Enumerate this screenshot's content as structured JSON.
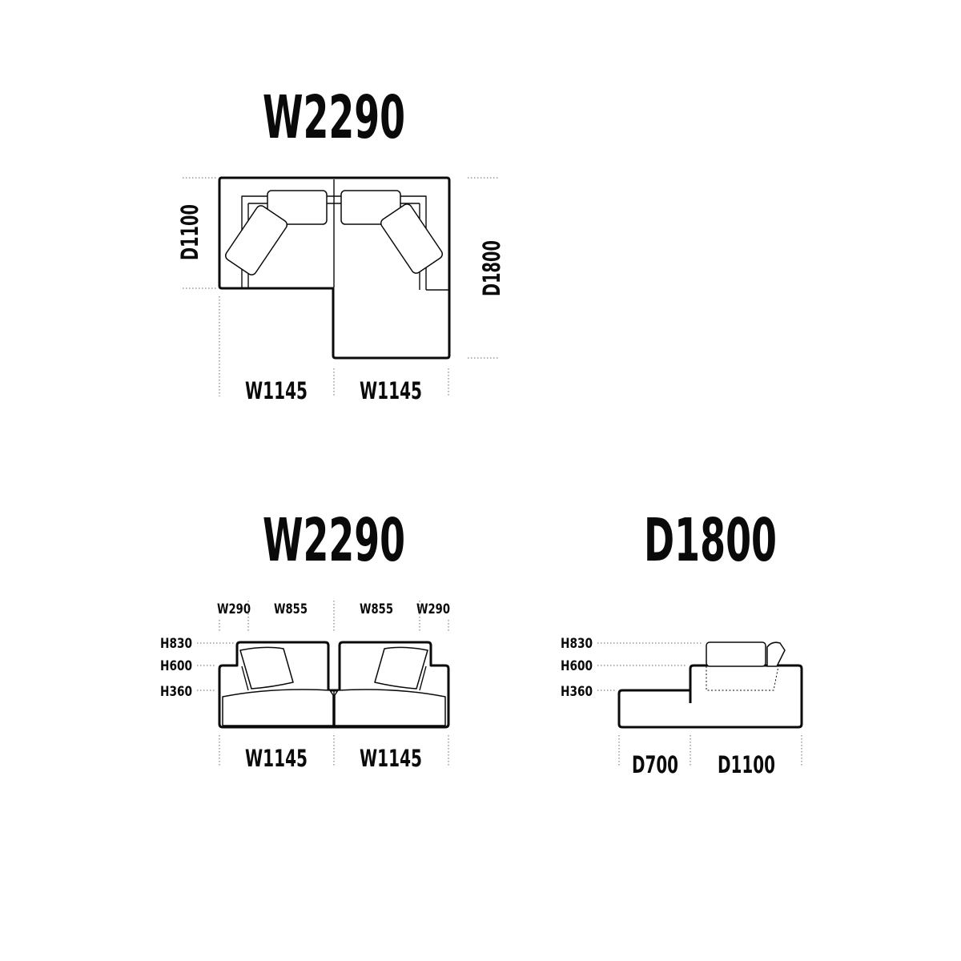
{
  "plan_view": {
    "title": "W2290",
    "depth_left": "D1100",
    "depth_right": "D1800",
    "width_left": "W1145",
    "width_right": "W1145"
  },
  "front_view": {
    "title": "W2290",
    "top_labels": [
      "W290",
      "W855",
      "W855",
      "W290"
    ],
    "heights": [
      "H830",
      "H600",
      "H360"
    ],
    "width_left": "W1145",
    "width_right": "W1145"
  },
  "side_view": {
    "title": "D1800",
    "heights": [
      "H830",
      "H600",
      "H360"
    ],
    "depth_left": "D700",
    "depth_right": "D1100"
  }
}
